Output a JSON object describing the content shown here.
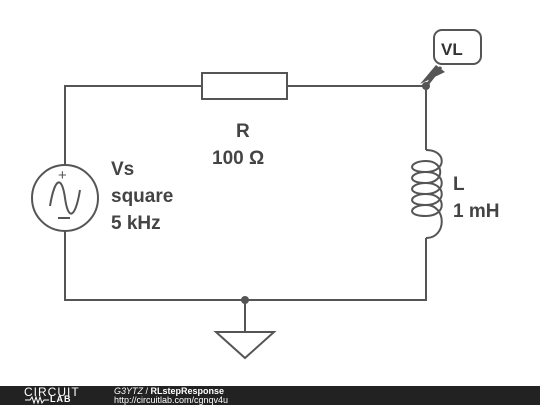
{
  "source": {
    "name": "Vs",
    "waveform": "square",
    "frequency": "5 kHz"
  },
  "resistor": {
    "name": "R",
    "value": "100 Ω"
  },
  "inductor": {
    "name": "L",
    "value": "1 mH"
  },
  "probe": {
    "label": "VL"
  },
  "footer": {
    "logo_top": "CIRCUIT",
    "logo_bottom": "LAB",
    "author": "G3YTZ",
    "separator": " / ",
    "title": "RLstepResponse",
    "url": "http://circuitlab.com/cgnqv4u"
  },
  "colors": {
    "wire": "#555555",
    "text": "#444444",
    "footer_bg": "#222222"
  }
}
